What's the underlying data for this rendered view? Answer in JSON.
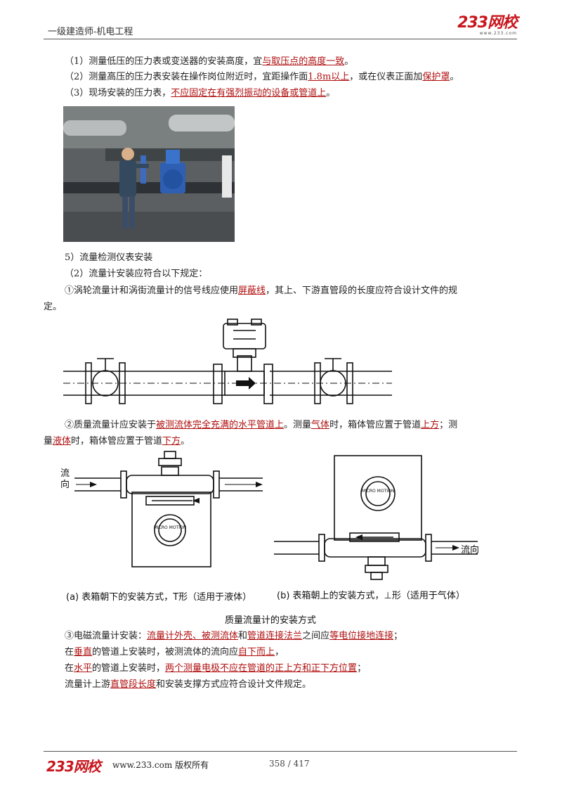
{
  "header": {
    "title": "一级建造师-机电工程",
    "logo_main": "233网校",
    "logo_sub": "www.233.com"
  },
  "pressure": {
    "item1": {
      "pre": "（1）测量低压的压力表或变送器的安装高度，宜",
      "hl": "与取压点的高度一致",
      "post": "。"
    },
    "item2": {
      "pre": "（2）测量高压的压力表安装在操作岗位附近时，宜距操作面",
      "hl1": "1.8m以上",
      "mid": "，或在仪表正面加",
      "hl2": "保护罩",
      "post": "。"
    },
    "item3": {
      "pre": "（3）现场安装的压力表，",
      "hl": "不应固定在有强烈振动的设备或管道上",
      "post": "。"
    }
  },
  "flow": {
    "section_title": "5）流量检测仪表安装",
    "rule_intro": "（2）流量计安装应符合以下规定：",
    "r1": {
      "pre": "①涡轮流量计和涡街流量计的信号线应使用",
      "hl": "屏蔽线",
      "post": "，其上、下游直管段的长度应符合设计文件的规",
      "post2": "定。"
    },
    "r2": {
      "pre": "②质量流量计应安装于",
      "hl1": "被测流体完全充满的水平管道上",
      "mid1": "。测量",
      "hl2": "气体",
      "mid2": "时，箱体管应置于管道",
      "hl3": "上方",
      "mid3": "；测",
      "line2_pre": "量",
      "hl4": "液体",
      "mid4": "时，箱体管应置于管道",
      "hl5": "下方",
      "post": "。"
    },
    "figure": {
      "flow_label_left": "流向",
      "flow_label_right": "流向",
      "brand": "MICRO MOTION",
      "caption_a": "(a) 表箱朝下的安装方式，T形（适用于液体）",
      "caption_b": "(b) 表箱朝上的安装方式，⊥形（适用于气体）",
      "title": "质量流量计的安装方式"
    },
    "r3": {
      "l1_pre": "③电磁流量计安装：",
      "l1_hl1": "流量计外壳、被测流体",
      "l1_and": "和",
      "l1_hl2": "管道连接法兰",
      "l1_mid": "之间应",
      "l1_hl3": "等电位接地连接",
      "l1_post": "；",
      "l2_pre": "在",
      "l2_hl1": "垂直",
      "l2_mid": "的管道上安装时，被测流体的流向应",
      "l2_hl2": "自下而上",
      "l2_post": "，",
      "l3_pre": "在",
      "l3_hl1": "水平",
      "l3_mid": "的管道上安装时，",
      "l3_hl2": "两个测量电极不应在管道的正上方和正下方位置",
      "l3_post": "；",
      "l4_pre": "流量计上游",
      "l4_hl": "直管段长度",
      "l4_post": "和安装支撑方式应符合设计文件规定。"
    }
  },
  "footer": {
    "logo": "233网校",
    "site": "www.233.com 版权所有",
    "page": "358 / 417"
  }
}
